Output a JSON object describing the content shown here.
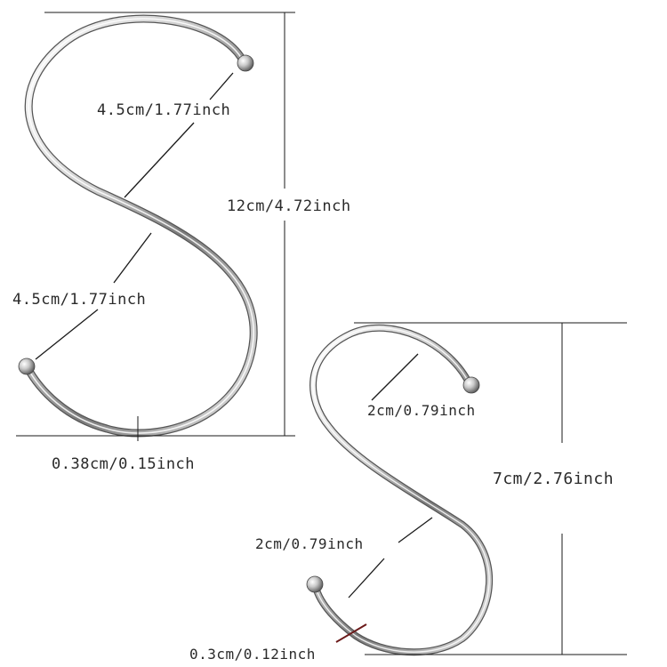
{
  "large_hook": {
    "top_arm_label": "4.5cm/1.77inch",
    "height_label": "12cm/4.72inch",
    "bottom_arm_label": "4.5cm/1.77inch",
    "wire_label": "0.38cm/0.15inch"
  },
  "small_hook": {
    "top_arm_label": "2cm/0.79inch",
    "height_label": "7cm/2.76inch",
    "bottom_arm_label": "2cm/0.79inch",
    "wire_label": "0.3cm/0.12inch"
  },
  "colors": {
    "wire_highlight": "#ffffff",
    "wire_mid": "#b8b8b8",
    "wire_dark": "#4a4a4a",
    "dimension_line": "#1a1a1a"
  }
}
